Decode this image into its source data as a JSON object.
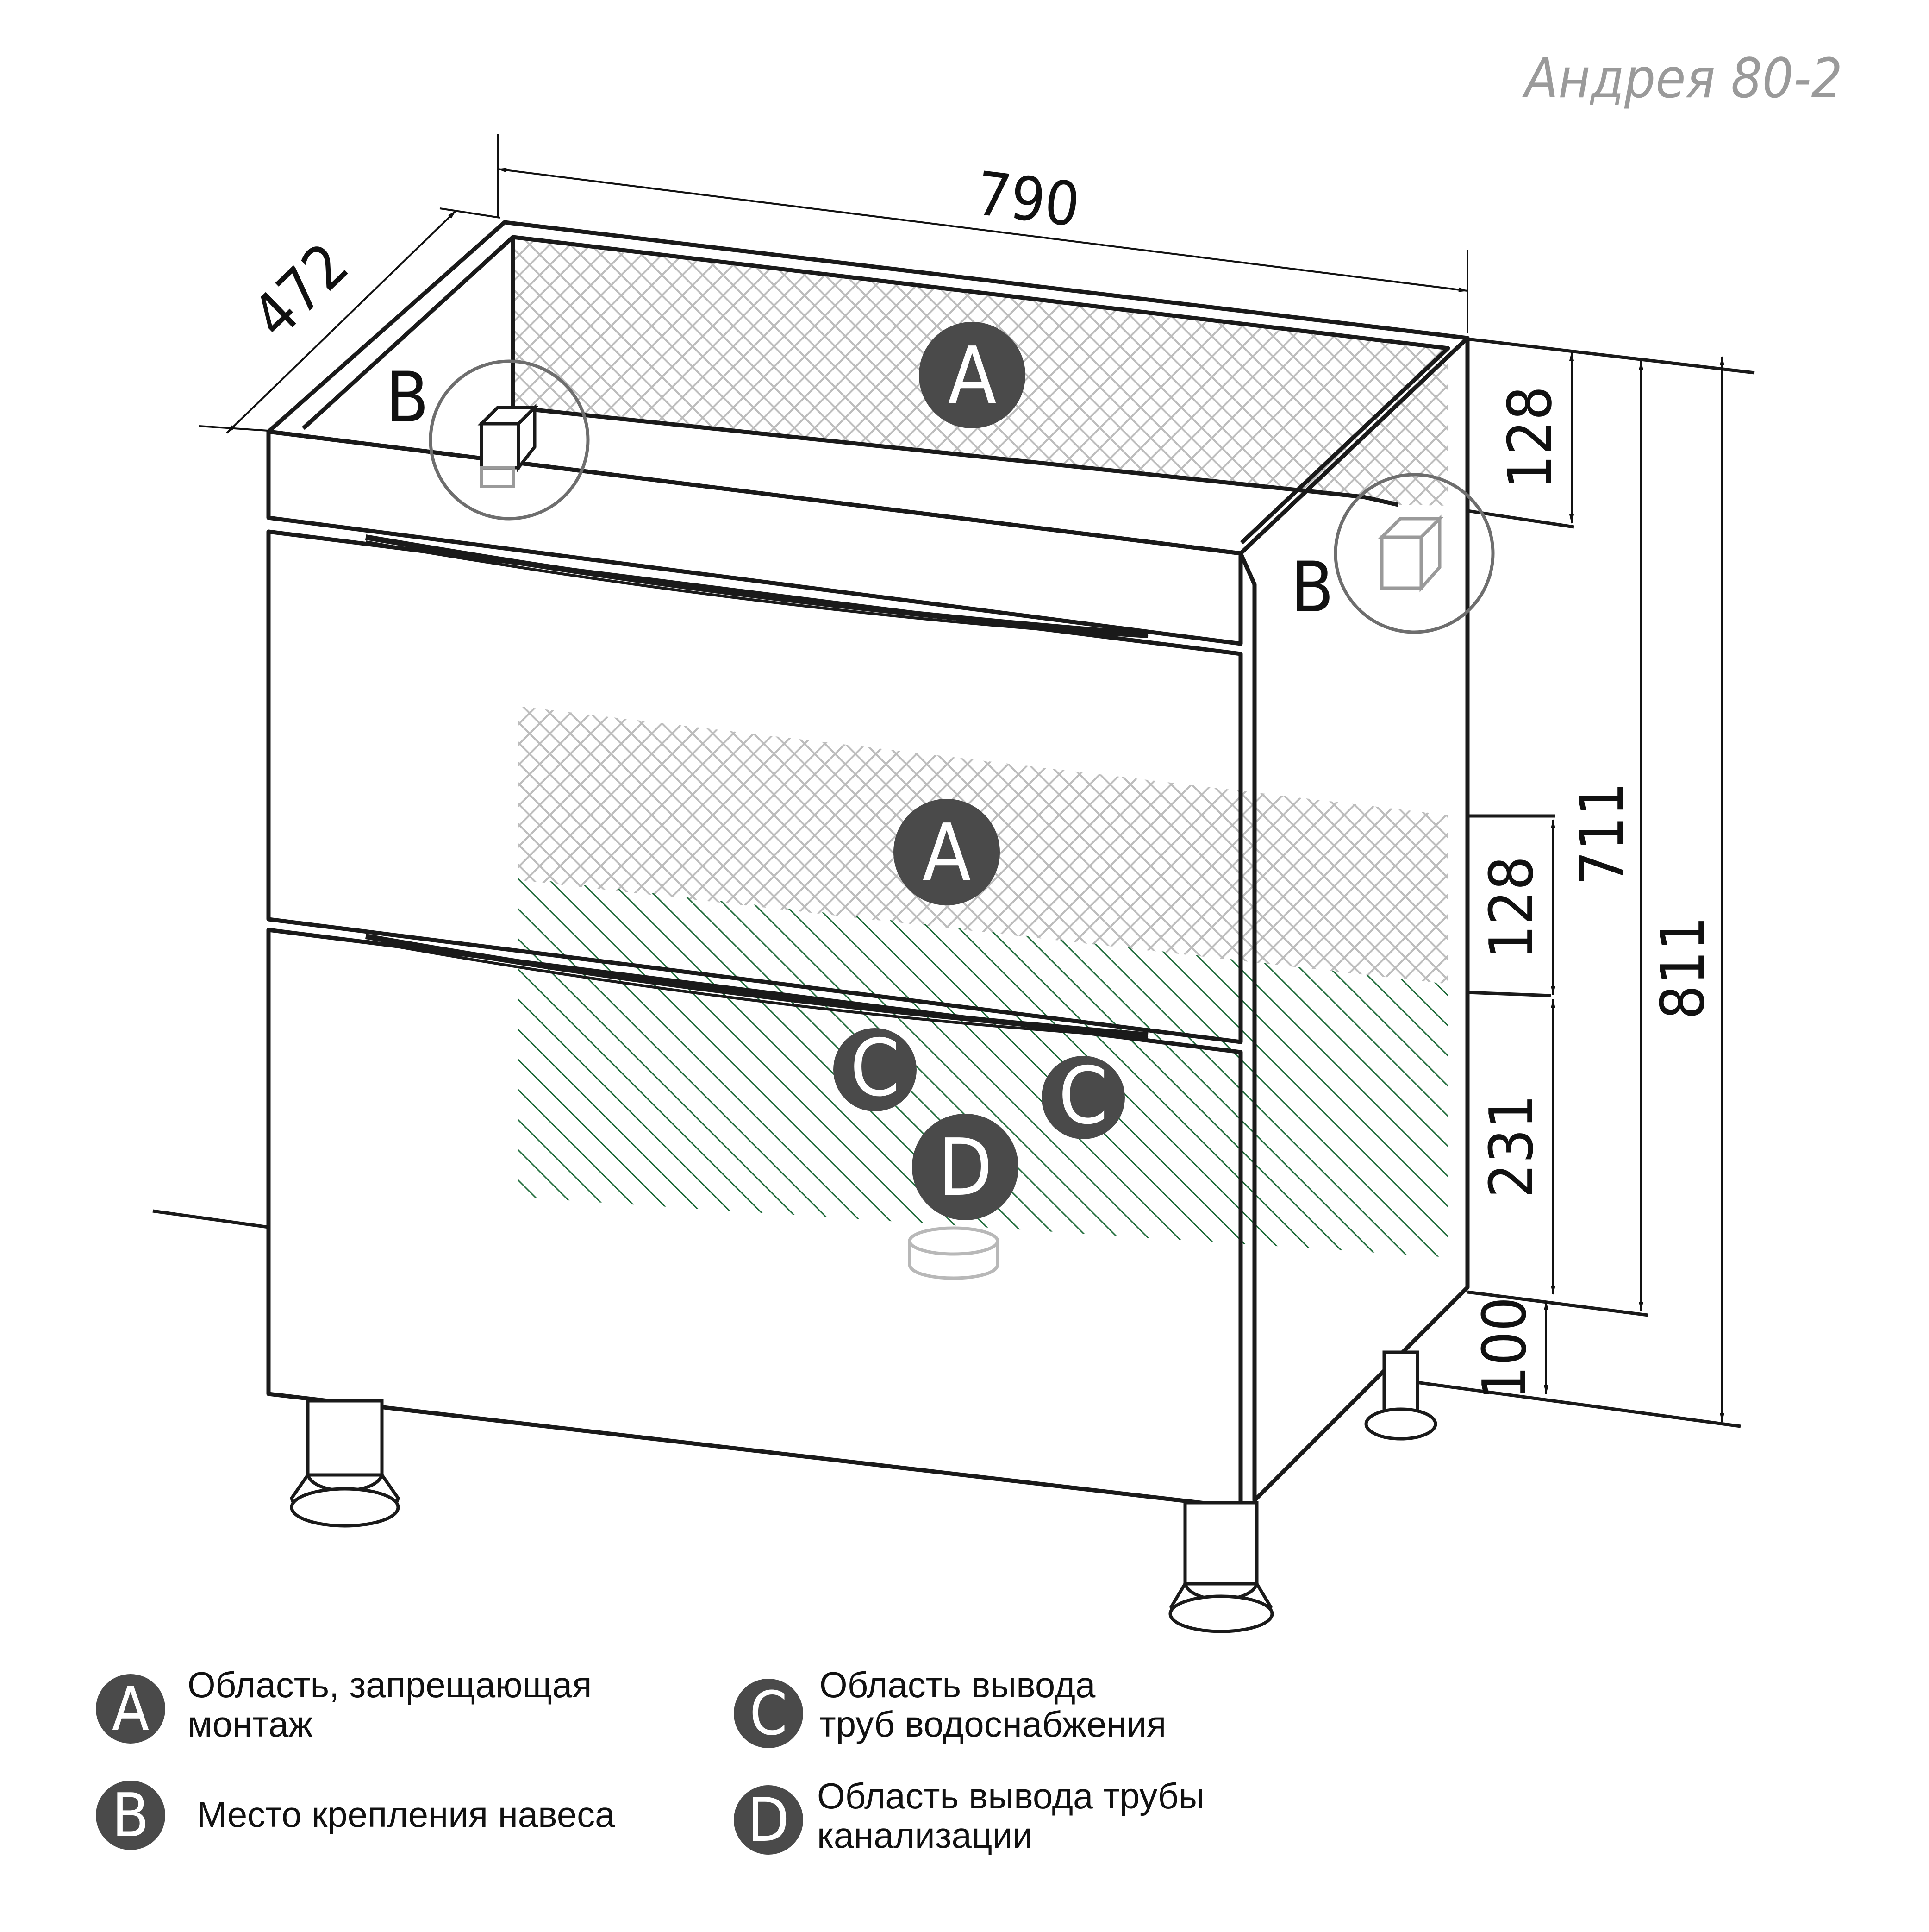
{
  "title": "Андрея 80-2",
  "dimensions": {
    "width": "790",
    "depth": "472",
    "top_zone": "128",
    "mid_zone": "128",
    "lower_zone": "231",
    "leg_height": "100",
    "body_height": "711",
    "total_height": "811"
  },
  "callouts": {
    "a_top": "A",
    "a_mid": "A",
    "b_left": "B",
    "b_right": "B",
    "c_left": "C",
    "c_right": "C",
    "d": "D"
  },
  "legend": [
    {
      "letter": "A",
      "line1": "Область, запрещающая",
      "line2": "монтаж"
    },
    {
      "letter": "B",
      "line1": "Место крепления навеса",
      "line2": ""
    },
    {
      "letter": "C",
      "line1": "Область вывода",
      "line2": "труб водоснабжения"
    },
    {
      "letter": "D",
      "line1": "Область вывода трубы",
      "line2": "канализации"
    }
  ],
  "colors": {
    "outline": "#1a1a1a",
    "callout_fill": "#4a4a4a",
    "crosshatch": "#b8b8b8",
    "green_hatch": "#1f6b3a",
    "muted": "#9a9a9a"
  }
}
